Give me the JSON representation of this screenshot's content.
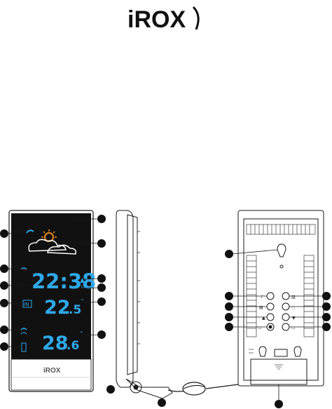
{
  "brand": {
    "logo_text": "iROX"
  },
  "display": {
    "time": "22:38",
    "indoor_value_main": "22",
    "indoor_value_decimal": ".5",
    "outdoor_value_main": "28",
    "outdoor_value_decimal": ".6",
    "indoor_label": "IN",
    "bottom_logo": "iROX"
  },
  "colors": {
    "lcd_blue": "#2fa8e9",
    "device_black": "#111111",
    "outline": "#1a1a1a"
  },
  "icons": {
    "weather": "sun-behind-clouds-icon",
    "callout_marker": "filled-circle-icon"
  }
}
